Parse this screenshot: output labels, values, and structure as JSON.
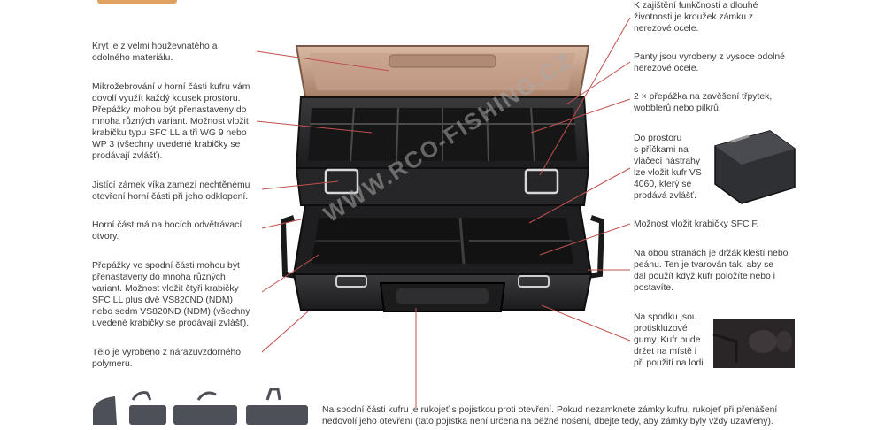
{
  "notes": {
    "left_1": "Kryt je z velmi houževnatého a\nodolného materiálu.",
    "left_2": "Mikrožebrování v horní části kufru vám\ndovolí využít každý kousek prostoru.\nPřepážky mohou být přenastaveny do\nmnoha různých variant. Možnost vložit\nkrabičku typu SFC LL a tři WG 9 nebo\nWP 3 (všechny uvedené krabičky se\nprodávají zvlášť).",
    "left_3": "Jistící zámek víka zamezí nechtěnému\notevření horní části při jeho odklopení.",
    "left_4": "Horní část má na bocích odvětrávací\notvory.",
    "left_5": "Přepážky ve spodní části mohou být\npřenastaveny do mnoha různých\nvariant. Možnost vložit čtyři krabičky\nSFC LL plus dvě VS820ND (NDM)\nnebo sedm VS820ND (NDM) (všechny\nuvedené krabičky se prodávají zvlášť).",
    "left_6": "Tělo je vyrobeno z nárazuvzdorného\npolymeru.",
    "right_1": "K zajištění funkčnosti a dlouhé\nživotnosti je kroužek zámku z\nnerezové ocele.",
    "right_2": "Panty jsou vyrobeny z vysoce odolné\nnerezové ocele.",
    "right_3": "2 × přepážka na zavěšení třpytek,\nwobblerů nebo pilkrů.",
    "right_4": "Do prostoru\ns příčkami na\nvláčecí nástrahy\nlze vložit kufr VS\n4060, který se\nprodává zvlášť.",
    "right_5": "Možnost vložit krabičky SFC F.",
    "right_6": "Na obou stranách je držák kleští nebo\npeánu. Ten je tvarován tak, aby se\ndal použít když kufr položíte nebo i\npostavíte.",
    "right_7": "Na spodku jsou\nprotiskluzové\ngumy. Kufr bude\ndržet na místě i\npři použití na lodi.",
    "bottom": "Na spodní části kufru je rukojeť s pojistkou proti otevření. Pokud nezamknete zámky kufru, rukojeť při přenášení\nnedovolí jeho otevření (tato pojistka není určena na běžné nošení, dbejte tedy, aby zámky byly vždy uzavřeny)."
  },
  "watermark": "WWW.RCO-FISHING.CZ",
  "colors": {
    "leader_line": "#c0504d",
    "lid": "#c9a48c",
    "body": "#2a2a2c"
  }
}
